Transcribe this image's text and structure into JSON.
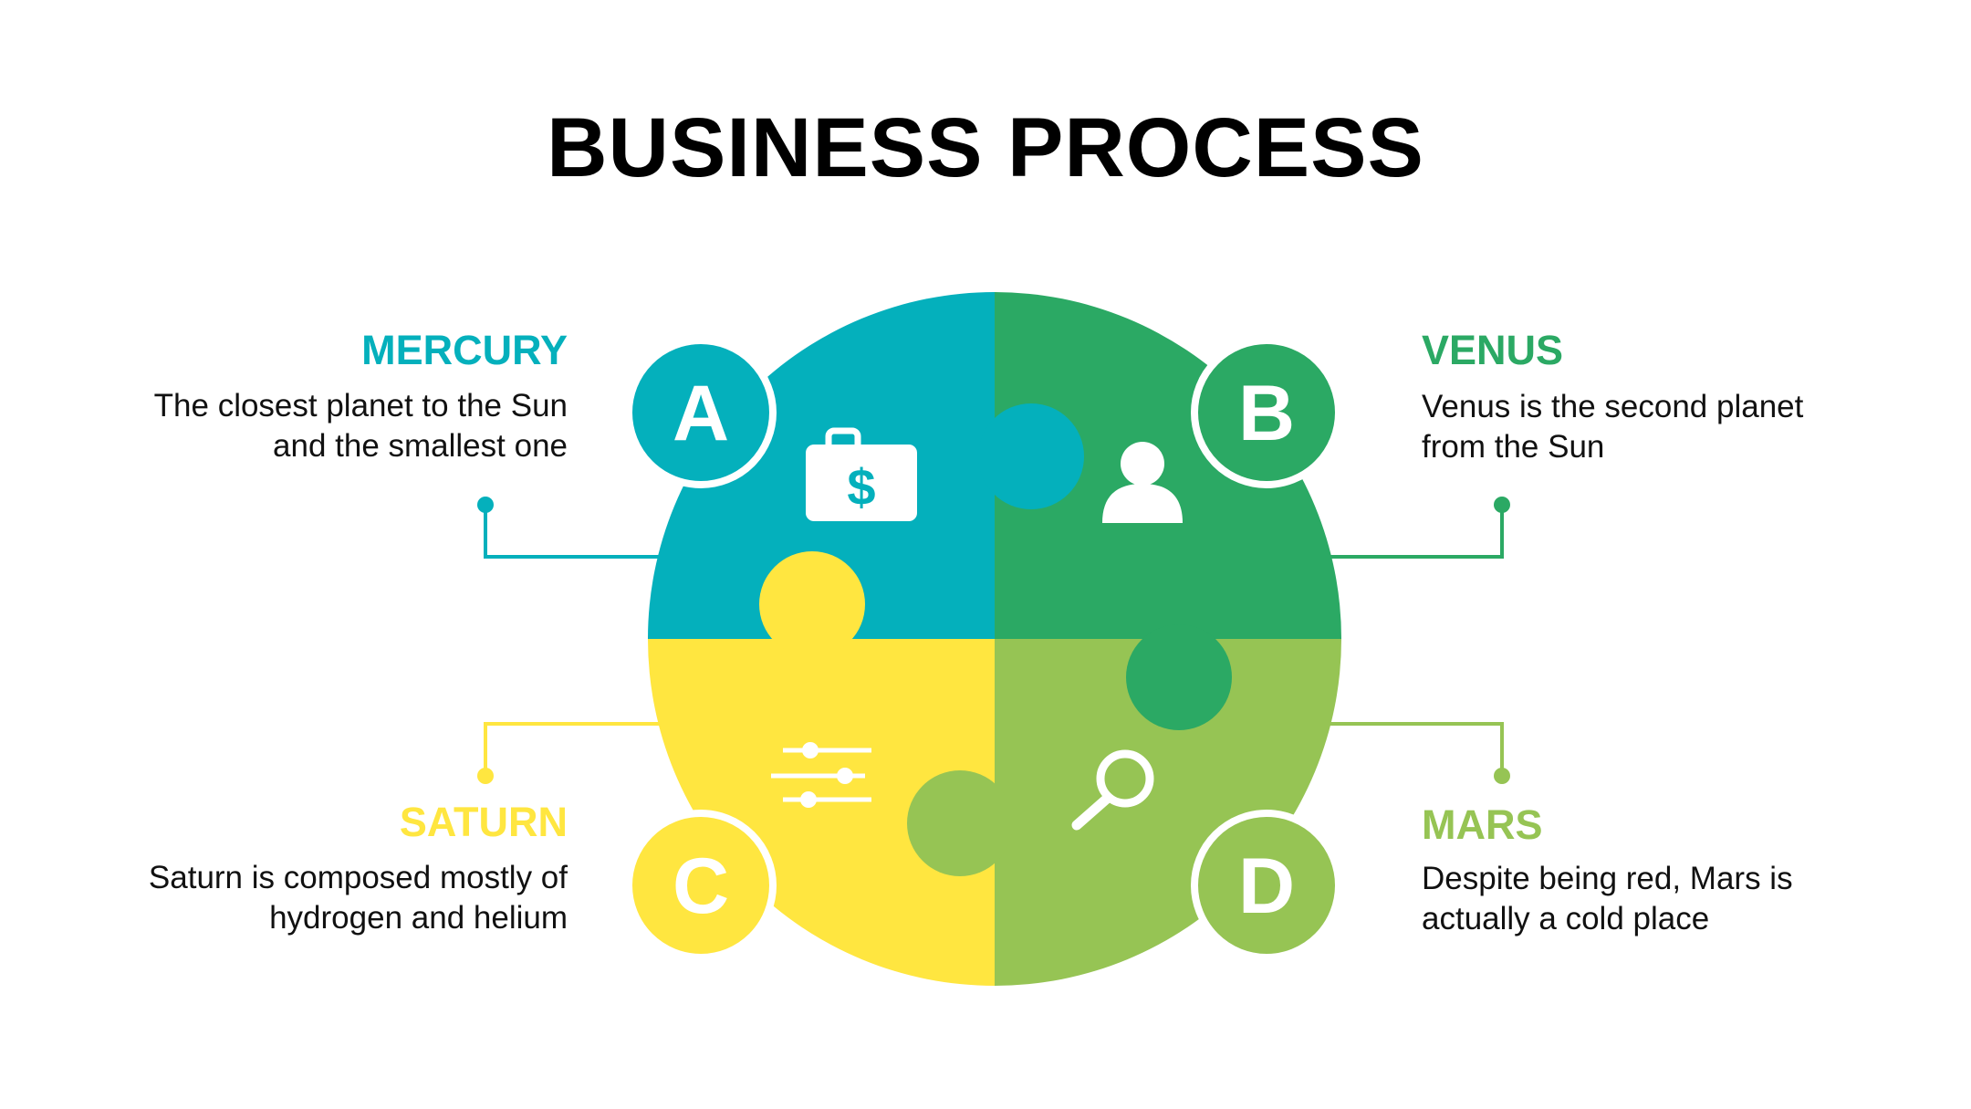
{
  "title": "BUSINESS PROCESS",
  "colors": {
    "teal": "#04B0BC",
    "green": "#2BA964",
    "yellow": "#FFE640",
    "lime": "#96C454",
    "text": "#111111",
    "title": "#000000",
    "white": "#FFFFFF"
  },
  "pieces": [
    {
      "letter": "A",
      "label": "MERCURY",
      "desc_lines": [
        "The closest planet to the Sun",
        "and the smallest one"
      ],
      "icon": "briefcase-dollar-icon",
      "icon_symbol": "$"
    },
    {
      "letter": "B",
      "label": "VENUS",
      "desc_lines": [
        "Venus is the second planet",
        "from the Sun"
      ],
      "icon": "user-icon"
    },
    {
      "letter": "C",
      "label": "SATURN",
      "desc_lines": [
        "Saturn is composed mostly of",
        "hydrogen and helium"
      ],
      "icon": "sliders-icon"
    },
    {
      "letter": "D",
      "label": "MARS",
      "desc_lines": [
        "Despite being red, Mars is",
        "actually a cold place"
      ],
      "icon": "magnifier-icon"
    }
  ]
}
